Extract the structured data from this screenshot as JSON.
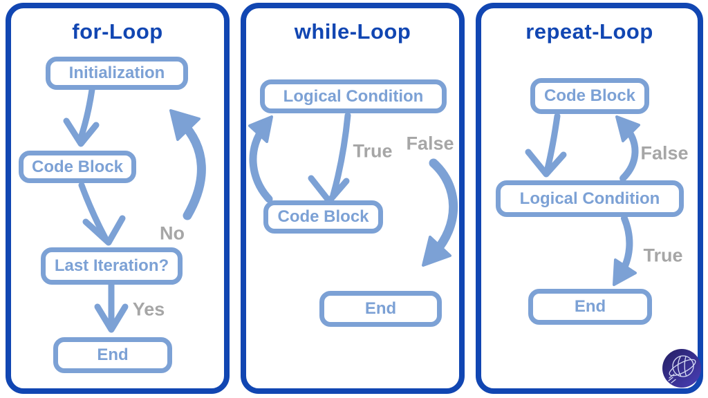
{
  "colors": {
    "panel_border": "#1146b2",
    "title_text": "#1146b2",
    "node_accent": "#7ca1d5",
    "edge_label": "#a6a6a6",
    "background": "#ffffff",
    "logo_bg_dark": "#241f63",
    "logo_bg_light": "#4a3fb8",
    "logo_stroke": "#d9def5"
  },
  "icons": {
    "brand_logo": "globe-logo-icon"
  },
  "panels": [
    {
      "title": "for-Loop",
      "nodes": [
        {
          "label": "Initialization"
        },
        {
          "label": "Code Block"
        },
        {
          "label": "Last Iteration?"
        },
        {
          "label": "End"
        }
      ],
      "edge_labels": [
        {
          "text": "No"
        },
        {
          "text": "Yes"
        }
      ]
    },
    {
      "title": "while-Loop",
      "nodes": [
        {
          "label": "Logical Condition"
        },
        {
          "label": "Code Block"
        },
        {
          "label": "End"
        }
      ],
      "edge_labels": [
        {
          "text": "True"
        },
        {
          "text": "False"
        }
      ]
    },
    {
      "title": "repeat-Loop",
      "nodes": [
        {
          "label": "Code Block"
        },
        {
          "label": "Logical Condition"
        },
        {
          "label": "End"
        }
      ],
      "edge_labels": [
        {
          "text": "False"
        },
        {
          "text": "True"
        }
      ]
    }
  ]
}
